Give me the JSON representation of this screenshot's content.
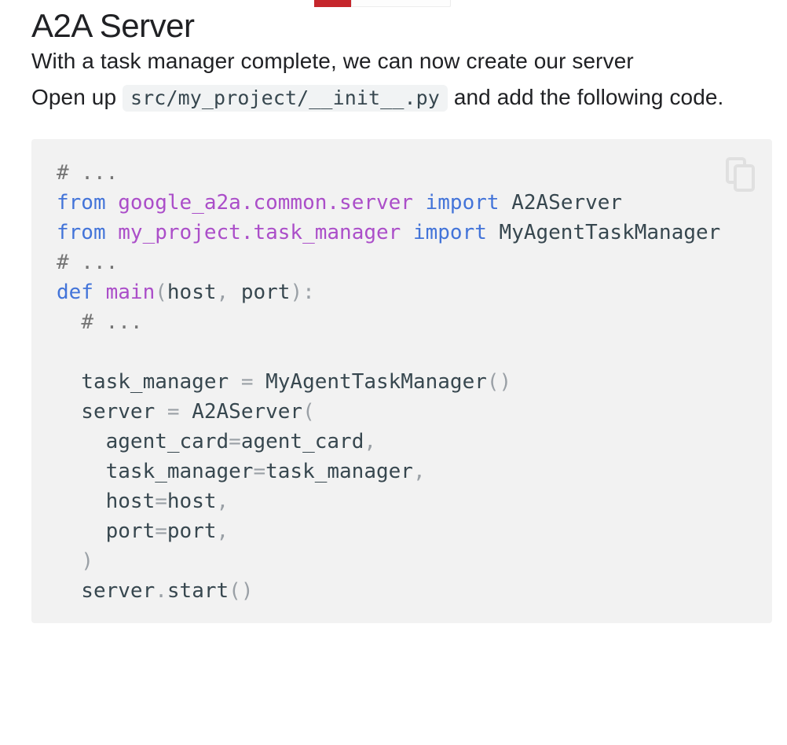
{
  "page": {
    "title": "A2A Server",
    "paragraph_1": "With a task manager complete, we can now create our server",
    "paragraph_2": {
      "prefix": "Open up ",
      "inline_code": "src/my_project/__init__.py",
      "suffix": " and add the following code."
    }
  },
  "top_fragment": {
    "description": "partially cut-off element at top of viewport",
    "red_color": "#c5262c",
    "light_color": "#fdfdfd"
  },
  "code_block": {
    "language": "python",
    "copy_icon": "copy-icon",
    "lines": [
      [
        [
          "comment",
          "# ..."
        ]
      ],
      [
        [
          "keyword",
          "from"
        ],
        [
          "plain",
          " "
        ],
        [
          "name",
          "google_a2a.common.server"
        ],
        [
          "plain",
          " "
        ],
        [
          "keyword",
          "import"
        ],
        [
          "plain",
          " A2AServer"
        ]
      ],
      [
        [
          "keyword",
          "from"
        ],
        [
          "plain",
          " "
        ],
        [
          "name",
          "my_project.task_manager"
        ],
        [
          "plain",
          " "
        ],
        [
          "keyword",
          "import"
        ],
        [
          "plain",
          " MyAgentTaskManager"
        ]
      ],
      [
        [
          "comment",
          "# ..."
        ]
      ],
      [
        [
          "keyword",
          "def"
        ],
        [
          "plain",
          " "
        ],
        [
          "name",
          "main"
        ],
        [
          "punct",
          "("
        ],
        [
          "plain",
          "host"
        ],
        [
          "punct",
          ","
        ],
        [
          "plain",
          " port"
        ],
        [
          "punct",
          "):"
        ]
      ],
      [
        [
          "plain",
          "  "
        ],
        [
          "comment",
          "# ..."
        ]
      ],
      [],
      [
        [
          "plain",
          "  task_manager "
        ],
        [
          "punct",
          "="
        ],
        [
          "plain",
          " MyAgentTaskManager"
        ],
        [
          "punct",
          "()"
        ]
      ],
      [
        [
          "plain",
          "  server "
        ],
        [
          "punct",
          "="
        ],
        [
          "plain",
          " A2AServer"
        ],
        [
          "punct",
          "("
        ]
      ],
      [
        [
          "plain",
          "    agent_card"
        ],
        [
          "punct",
          "="
        ],
        [
          "plain",
          "agent_card"
        ],
        [
          "punct",
          ","
        ]
      ],
      [
        [
          "plain",
          "    task_manager"
        ],
        [
          "punct",
          "="
        ],
        [
          "plain",
          "task_manager"
        ],
        [
          "punct",
          ","
        ]
      ],
      [
        [
          "plain",
          "    host"
        ],
        [
          "punct",
          "="
        ],
        [
          "plain",
          "host"
        ],
        [
          "punct",
          ","
        ]
      ],
      [
        [
          "plain",
          "    port"
        ],
        [
          "punct",
          "="
        ],
        [
          "plain",
          "port"
        ],
        [
          "punct",
          ","
        ]
      ],
      [
        [
          "plain",
          "  "
        ],
        [
          "punct",
          ")"
        ]
      ],
      [
        [
          "plain",
          "  server"
        ],
        [
          "punct",
          "."
        ],
        [
          "plain",
          "start"
        ],
        [
          "punct",
          "()"
        ]
      ]
    ]
  },
  "colors": {
    "body_text": "#202124",
    "code_background": "#f2f2f2",
    "inline_code_background": "#f1f3f4",
    "code_plain": "#37474f",
    "code_keyword": "#4374d9",
    "code_name": "#ab4ec9",
    "code_punctuation": "#9aa0a6",
    "code_comment": "#757575",
    "copy_icon_color": "#e0e0e0"
  }
}
